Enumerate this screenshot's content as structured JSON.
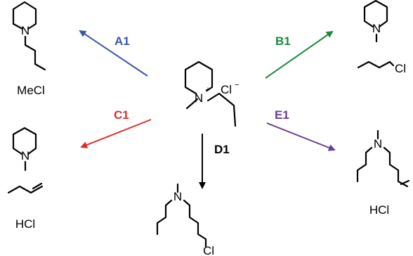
{
  "reactant": {
    "nitrogen": "N",
    "charge": "+",
    "counterion": "Cl",
    "counterion_charge": "−"
  },
  "pathways": [
    {
      "id": "A1",
      "label": "A1",
      "color": "#3a57a8"
    },
    {
      "id": "B1",
      "label": "B1",
      "color": "#1a8a3c"
    },
    {
      "id": "C1",
      "label": "C1",
      "color": "#e02b2b"
    },
    {
      "id": "D1",
      "label": "D1",
      "color": "#000000"
    },
    {
      "id": "E1",
      "label": "E1",
      "color": "#6a3d9a"
    }
  ],
  "products": {
    "A1": {
      "nitrogen": "N",
      "byproduct": "MeCl"
    },
    "B1": {
      "nitrogen": "N",
      "chloride": "Cl"
    },
    "C1": {
      "nitrogen": "N",
      "byproduct": "HCl"
    },
    "D1": {
      "nitrogen": "N",
      "chloride": "Cl"
    },
    "E1": {
      "nitrogen": "N",
      "byproduct": "HCl"
    }
  }
}
